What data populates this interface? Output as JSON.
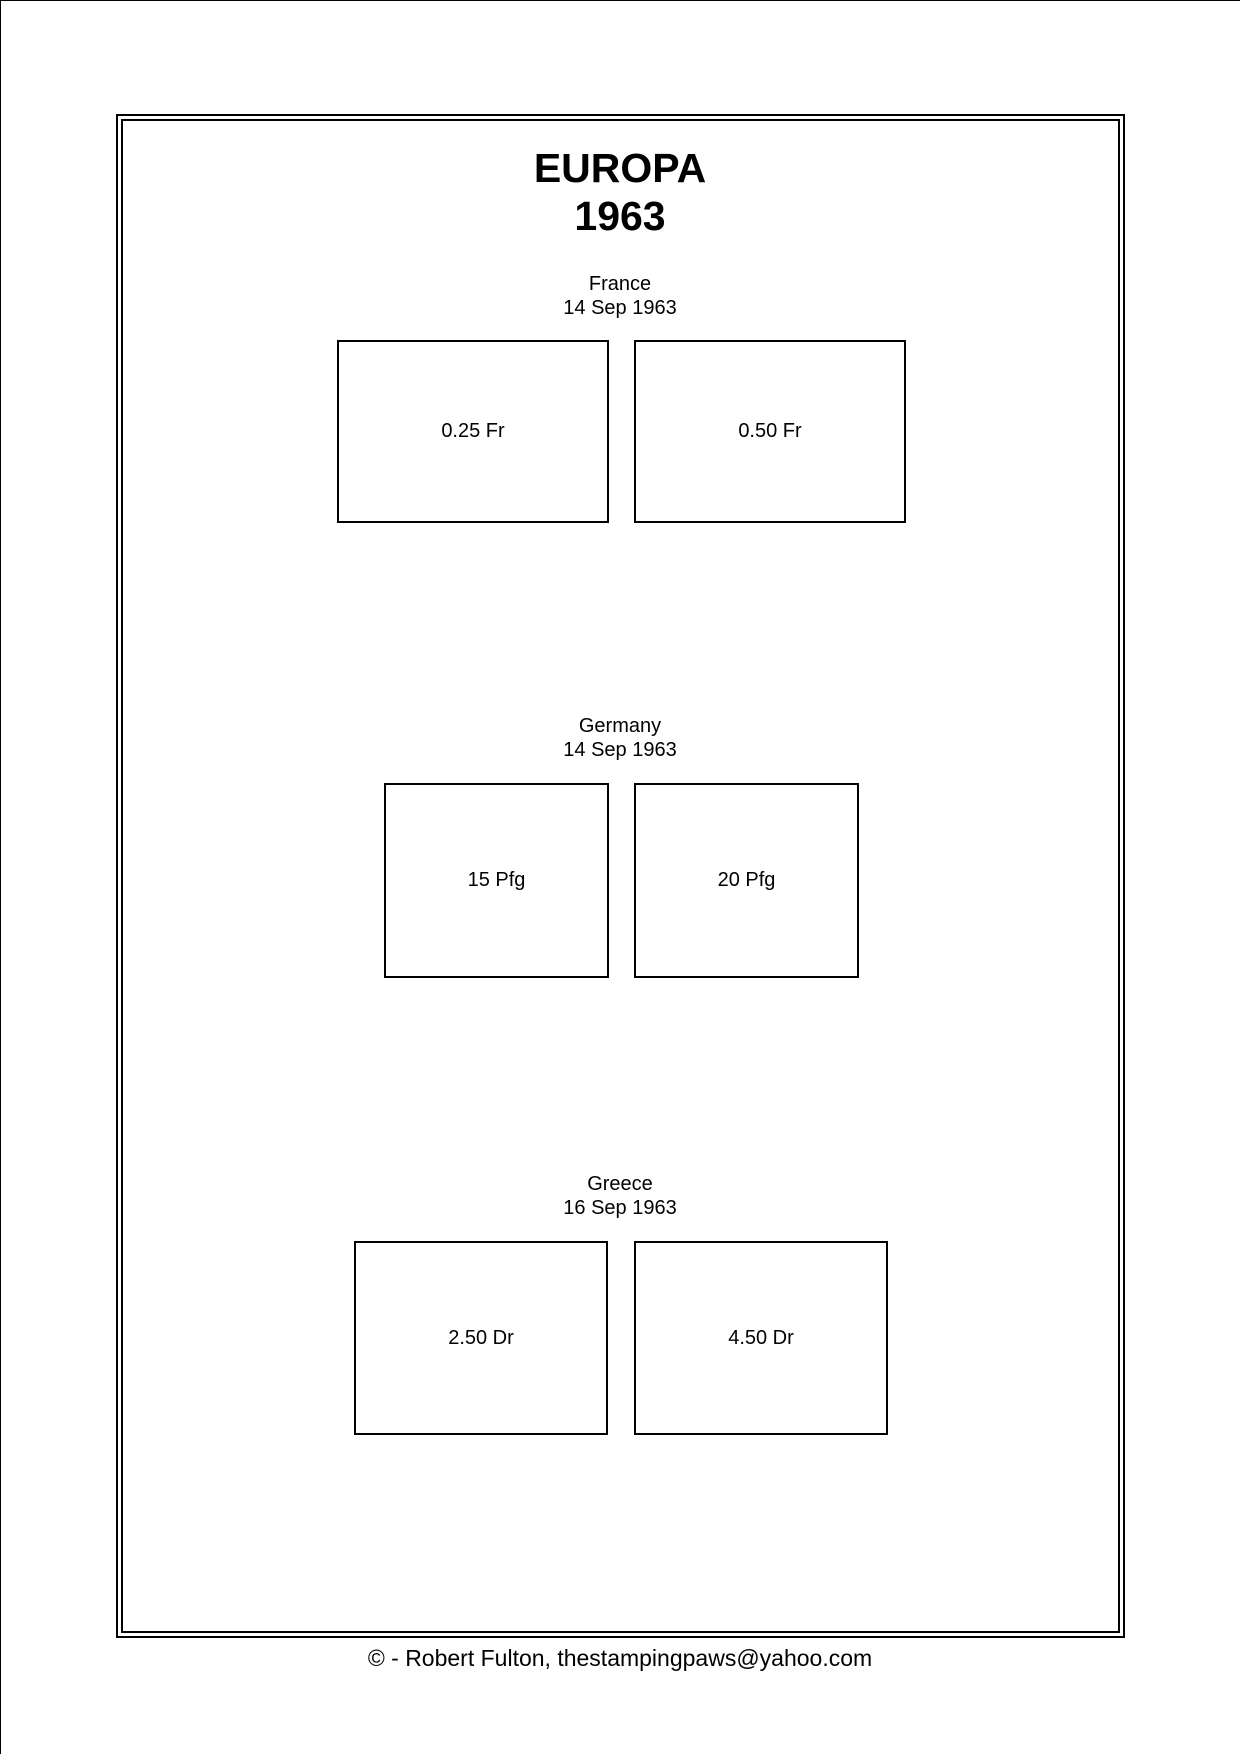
{
  "header": {
    "title_line1": "EUROPA",
    "title_line2": "1963"
  },
  "sections": [
    {
      "country": "France",
      "date": "14 Sep 1963",
      "stamps": [
        "0.25 Fr",
        "0.50 Fr"
      ]
    },
    {
      "country": "Germany",
      "date": "14 Sep 1963",
      "stamps": [
        "15 Pfg",
        "20 Pfg"
      ]
    },
    {
      "country": "Greece",
      "date": "16 Sep 1963",
      "stamps": [
        "2.50 Dr",
        "4.50 Dr"
      ]
    }
  ],
  "footer": {
    "copyright": "© -  Robert Fulton, thestampingpaws@yahoo.com"
  }
}
